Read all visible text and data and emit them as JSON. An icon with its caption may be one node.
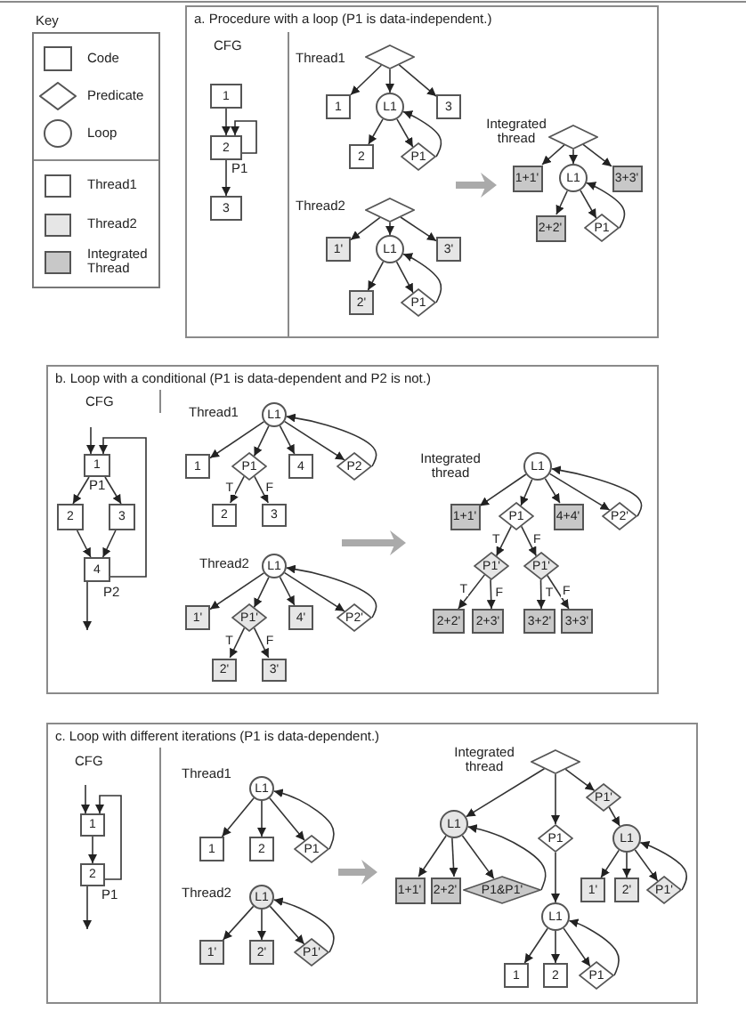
{
  "diagram": {
    "nodes": [
      {
        "text": [
          "a. Procedure with a loop (P1 is data-independent.)"
        ]
      },
      {
        "text": [
          "1"
        ],
        "in": 0
      },
      {
        "text": [
          "2"
        ],
        "in": 0
      },
      {
        "text": [
          "3"
        ],
        "in": 0
      },
      {
        "text": [],
        "shape": "diamond",
        "in": 0
      },
      {
        "text": [
          "1"
        ],
        "in": 0
      },
      {
        "text": [
          "L1"
        ],
        "in": 0
      },
      {
        "text": [
          "3"
        ],
        "in": 0
      },
      {
        "text": [
          "2"
        ],
        "in": 0
      },
      {
        "text": [
          "P1"
        ],
        "in": 0
      },
      {
        "text": [],
        "shape": "diamond",
        "in": 0
      },
      {
        "text": [
          "1'"
        ],
        "in": 0
      },
      {
        "text": [
          "L1"
        ],
        "in": 0
      },
      {
        "text": [
          "3'"
        ],
        "in": 0
      },
      {
        "text": [
          "2'"
        ],
        "in": 0
      },
      {
        "text": [
          "P1"
        ],
        "in": 0
      },
      {
        "text": [],
        "shape": "diamond",
        "in": 0
      },
      {
        "text": [
          "1+1'"
        ],
        "in": 0
      },
      {
        "text": [
          "L1"
        ],
        "in": 0
      },
      {
        "text": [
          "3+3'"
        ],
        "in": 0
      },
      {
        "text": [
          "2+2'"
        ],
        "in": 0
      },
      {
        "text": [
          "P1"
        ],
        "in": 0
      },
      {
        "text": [
          "b. Loop with a conditional (P1 is data-dependent and P2 is not.)"
        ]
      },
      {
        "text": [
          "1"
        ],
        "in": 22
      },
      {
        "text": [
          "2"
        ],
        "in": 22
      },
      {
        "text": [
          "3"
        ],
        "in": 22
      },
      {
        "text": [
          "4"
        ],
        "in": 22
      },
      {
        "text": [
          "L1"
        ],
        "in": 22
      },
      {
        "text": [
          "1"
        ],
        "in": 22
      },
      {
        "text": [
          "P1"
        ],
        "in": 22
      },
      {
        "text": [
          "4"
        ],
        "in": 22
      },
      {
        "text": [
          "P2"
        ],
        "in": 22
      },
      {
        "text": [
          "2"
        ],
        "in": 22
      },
      {
        "text": [
          "3"
        ],
        "in": 22
      },
      {
        "text": [
          "L1"
        ],
        "in": 22
      },
      {
        "text": [
          "1'"
        ],
        "in": 22
      },
      {
        "text": [
          "P1'"
        ],
        "in": 22
      },
      {
        "text": [
          "4'"
        ],
        "in": 22
      },
      {
        "text": [
          "P2'"
        ],
        "in": 22
      },
      {
        "text": [
          "2'"
        ],
        "in": 22
      },
      {
        "text": [
          "3'"
        ],
        "in": 22
      },
      {
        "text": [
          "L1"
        ],
        "in": 22
      },
      {
        "text": [
          "1+1'"
        ],
        "in": 22
      },
      {
        "text": [
          "P1"
        ],
        "in": 22
      },
      {
        "text": [
          "4+4'"
        ],
        "in": 22
      },
      {
        "text": [
          "P2'"
        ],
        "in": 22
      },
      {
        "text": [
          "P1'"
        ],
        "in": 22
      },
      {
        "text": [
          "P1'"
        ],
        "in": 22
      },
      {
        "text": [
          "2+2'"
        ],
        "in": 22
      },
      {
        "text": [
          "2+3'"
        ],
        "in": 22
      },
      {
        "text": [
          "3+2'"
        ],
        "in": 22
      },
      {
        "text": [
          "3+3'"
        ],
        "in": 22
      },
      {
        "text": [
          "c. Loop with different iterations (P1 is data-dependent.)"
        ]
      },
      {
        "text": [
          "1"
        ],
        "in": 52
      },
      {
        "text": [
          "2"
        ],
        "in": 52
      },
      {
        "text": [
          "L1"
        ],
        "in": 52
      },
      {
        "text": [
          "1"
        ],
        "in": 52
      },
      {
        "text": [
          "2"
        ],
        "in": 52
      },
      {
        "text": [
          "P1"
        ],
        "in": 52
      },
      {
        "text": [
          "L1"
        ],
        "in": 52
      },
      {
        "text": [
          "1'"
        ],
        "in": 52
      },
      {
        "text": [
          "2'"
        ],
        "in": 52
      },
      {
        "text": [
          "P1'"
        ],
        "in": 52
      },
      {
        "text": [],
        "shape": "diamond",
        "in": 52
      },
      {
        "text": [
          "L1"
        ],
        "in": 52
      },
      {
        "text": [
          "P1"
        ],
        "in": 52
      },
      {
        "text": [
          "P1'"
        ],
        "in": 52
      },
      {
        "text": [
          "1+1'"
        ],
        "in": 52
      },
      {
        "text": [
          "2+2'"
        ],
        "in": 52
      },
      {
        "text": [
          "P1&P1'"
        ],
        "in": 52
      },
      {
        "text": [
          "L1"
        ],
        "in": 52
      },
      {
        "text": [
          "1'"
        ],
        "in": 52
      },
      {
        "text": [
          "2'"
        ],
        "in": 52
      },
      {
        "text": [
          "P1'"
        ],
        "in": 52
      },
      {
        "text": [
          "L1"
        ],
        "in": 52
      },
      {
        "text": [
          "1"
        ],
        "in": 52
      },
      {
        "text": [
          "2"
        ],
        "in": 52
      },
      {
        "text": [
          "P1"
        ],
        "in": 52
      }
    ],
    "edges": [
      {
        "from": 1,
        "to": 2,
        "arrow": "to"
      },
      {
        "from": 2,
        "to": 3,
        "arrow": "to"
      },
      {
        "from": 2,
        "to": 2,
        "arrow": "to"
      },
      {
        "from": 4,
        "to": 5,
        "arrow": "to"
      },
      {
        "from": 4,
        "to": 6,
        "arrow": "to"
      },
      {
        "from": 4,
        "to": 7,
        "arrow": "to"
      },
      {
        "from": 6,
        "to": 8,
        "arrow": "to"
      },
      {
        "from": 6,
        "to": 9,
        "arrow": "to"
      },
      {
        "from": 9,
        "to": 6,
        "arrow": "to"
      },
      {
        "from": 10,
        "to": 11,
        "arrow": "to"
      },
      {
        "from": 10,
        "to": 12,
        "arrow": "to"
      },
      {
        "from": 10,
        "to": 13,
        "arrow": "to"
      },
      {
        "from": 12,
        "to": 14,
        "arrow": "to"
      },
      {
        "from": 12,
        "to": 15,
        "arrow": "to"
      },
      {
        "from": 15,
        "to": 12,
        "arrow": "to"
      },
      {
        "from": 16,
        "to": 17,
        "arrow": "to"
      },
      {
        "from": 16,
        "to": 18,
        "arrow": "to"
      },
      {
        "from": 16,
        "to": 19,
        "arrow": "to"
      },
      {
        "from": 18,
        "to": 20,
        "arrow": "to"
      },
      {
        "from": 18,
        "to": 21,
        "arrow": "to"
      },
      {
        "from": 21,
        "to": 18,
        "arrow": "to"
      },
      {
        "from": null,
        "to": 23,
        "arrow": "to"
      },
      {
        "from": 23,
        "to": 24,
        "arrow": "to"
      },
      {
        "from": 23,
        "to": 25,
        "arrow": "to"
      },
      {
        "from": 24,
        "to": 26,
        "arrow": "to"
      },
      {
        "from": 25,
        "to": 26,
        "arrow": "to"
      },
      {
        "from": 26,
        "to": 23,
        "arrow": "to"
      },
      {
        "from": 26,
        "to": null,
        "arrow": "to"
      },
      {
        "from": 27,
        "to": 28,
        "arrow": "to"
      },
      {
        "from": 27,
        "to": 29,
        "arrow": "to"
      },
      {
        "from": 27,
        "to": 30,
        "arrow": "to"
      },
      {
        "from": 27,
        "to": 31,
        "arrow": "to"
      },
      {
        "from": 29,
        "to": 32,
        "label": "T",
        "arrow": "to"
      },
      {
        "from": 29,
        "to": 33,
        "label": "F",
        "arrow": "to"
      },
      {
        "from": 31,
        "to": 27,
        "arrow": "to"
      },
      {
        "from": 34,
        "to": 35,
        "arrow": "to"
      },
      {
        "from": 34,
        "to": 36,
        "arrow": "to"
      },
      {
        "from": 34,
        "to": 37,
        "arrow": "to"
      },
      {
        "from": 34,
        "to": 38,
        "arrow": "to"
      },
      {
        "from": 36,
        "to": 39,
        "label": "T",
        "arrow": "to"
      },
      {
        "from": 36,
        "to": 40,
        "label": "F",
        "arrow": "to"
      },
      {
        "from": 38,
        "to": 34,
        "arrow": "to"
      },
      {
        "from": 41,
        "to": 42,
        "arrow": "to"
      },
      {
        "from": 41,
        "to": 43,
        "arrow": "to"
      },
      {
        "from": 41,
        "to": 44,
        "arrow": "to"
      },
      {
        "from": 41,
        "to": 45,
        "arrow": "to"
      },
      {
        "from": 43,
        "to": 46,
        "label": "T",
        "arrow": "to"
      },
      {
        "from": 43,
        "to": 47,
        "label": "F",
        "arrow": "to"
      },
      {
        "from": 46,
        "to": 48,
        "label": "T",
        "arrow": "to"
      },
      {
        "from": 46,
        "to": 49,
        "label": "F",
        "arrow": "to"
      },
      {
        "from": 47,
        "to": 50,
        "label": "T",
        "arrow": "to"
      },
      {
        "from": 47,
        "to": 51,
        "label": "F",
        "arrow": "to"
      },
      {
        "from": 45,
        "to": 41,
        "arrow": "to"
      },
      {
        "from": null,
        "to": 53,
        "arrow": "to"
      },
      {
        "from": 53,
        "to": 54,
        "arrow": "to"
      },
      {
        "from": 54,
        "to": 53,
        "arrow": "to"
      },
      {
        "from": 54,
        "to": null,
        "arrow": "to"
      },
      {
        "from": 55,
        "to": 56,
        "arrow": "to"
      },
      {
        "from": 55,
        "to": 57,
        "arrow": "to"
      },
      {
        "from": 55,
        "to": 58,
        "arrow": "to"
      },
      {
        "from": 58,
        "to": 55,
        "arrow": "to"
      },
      {
        "from": 59,
        "to": 60,
        "arrow": "to"
      },
      {
        "from": 59,
        "to": 61,
        "arrow": "to"
      },
      {
        "from": 59,
        "to": 62,
        "arrow": "to"
      },
      {
        "from": 62,
        "to": 59,
        "arrow": "to"
      },
      {
        "from": 63,
        "to": 64,
        "arrow": "to"
      },
      {
        "from": 63,
        "to": 65,
        "arrow": "to"
      },
      {
        "from": 63,
        "to": 66,
        "arrow": "to"
      },
      {
        "from": 64,
        "to": 67,
        "arrow": "to"
      },
      {
        "from": 64,
        "to": 68,
        "arrow": "to"
      },
      {
        "from": 64,
        "to": 69,
        "arrow": "to"
      },
      {
        "from": 69,
        "to": 64,
        "arrow": "to"
      },
      {
        "from": 65,
        "to": 74,
        "arrow": "to"
      },
      {
        "from": 66,
        "to": 70,
        "arrow": "to"
      },
      {
        "from": 70,
        "to": 71,
        "arrow": "to"
      },
      {
        "from": 70,
        "to": 72,
        "arrow": "to"
      },
      {
        "from": 70,
        "to": 73,
        "arrow": "to"
      },
      {
        "from": 73,
        "to": 70,
        "arrow": "to"
      },
      {
        "from": 74,
        "to": 75,
        "arrow": "to"
      },
      {
        "from": 74,
        "to": 76,
        "arrow": "to"
      },
      {
        "from": 74,
        "to": 77,
        "arrow": "to"
      },
      {
        "from": 77,
        "to": 74,
        "arrow": "to"
      }
    ],
    "labels": [
      "Key",
      "CFG",
      "P1",
      "Thread1",
      "Thread2",
      "Integrated thread",
      "CFG",
      "P1",
      "P2",
      "Thread1",
      "Thread2",
      "Integrated thread",
      "CFG",
      "P1",
      "Thread1",
      "Thread2",
      "Integrated thread"
    ],
    "legend": [
      {
        "text": "Code"
      },
      {
        "text": "Predicate"
      },
      {
        "text": "Loop"
      },
      {
        "text": "Thread1",
        "color": "#ffffff"
      },
      {
        "text": "Thread2",
        "color": "#e6e6e6"
      },
      {
        "text": "Integrated Thread",
        "color": "#c8c8c8"
      }
    ]
  }
}
